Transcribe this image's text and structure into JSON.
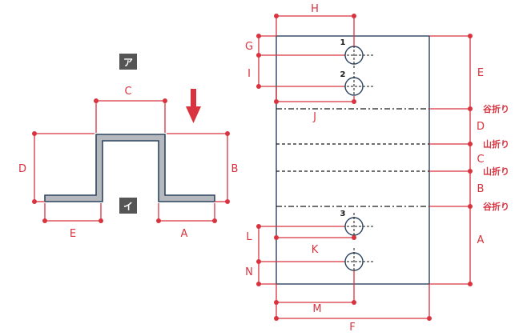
{
  "left_profile": {
    "badge_top": "ア",
    "badge_bottom": "イ",
    "dims": {
      "c": "C",
      "d": "D",
      "b": "B",
      "e": "E",
      "a": "A"
    }
  },
  "right_sheet": {
    "dims": {
      "h": "H",
      "g": "G",
      "i": "I",
      "j": "J",
      "k": "K",
      "l": "L",
      "n": "N",
      "m": "M",
      "f": "F",
      "e": "E",
      "d": "D",
      "c": "C",
      "b": "B",
      "a": "A"
    },
    "holes": [
      "1",
      "2",
      "3"
    ],
    "folds": {
      "valley1": "谷折り",
      "mountain1": "山折り",
      "mountain2": "山折り",
      "valley2": "谷折り"
    }
  },
  "colors": {
    "dimension": "#d8333f",
    "outline": "#2e4560",
    "profile_fill": "#b5b8bd",
    "badge": "#555555"
  }
}
